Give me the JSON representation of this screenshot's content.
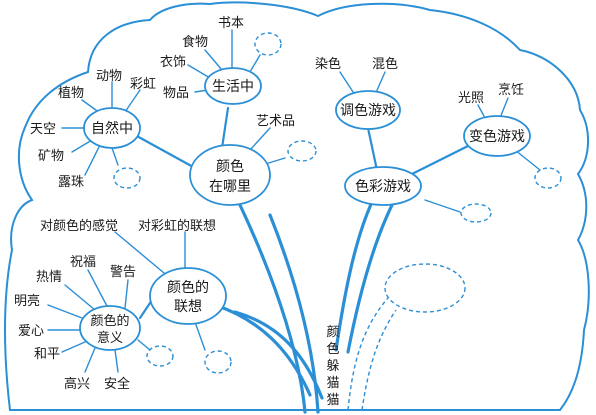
{
  "colors": {
    "line": "#2b8fd6",
    "text": "#1a1a1a",
    "background": "#ffffff"
  },
  "root": {
    "line1": "颜",
    "line2": "色",
    "line3": "躲",
    "line4": "猫",
    "line5": "猫"
  },
  "where": {
    "hub_line1": "颜色",
    "hub_line2": "在哪里",
    "nature": {
      "label": "自然中",
      "items": [
        "植物",
        "动物",
        "彩虹",
        "天空",
        "矿物",
        "露珠"
      ]
    },
    "life": {
      "label": "生活中",
      "items": [
        "食物",
        "书本",
        "衣饰",
        "物品"
      ]
    },
    "art": "艺术品"
  },
  "games": {
    "hub": "色彩游戏",
    "mix": {
      "label": "调色游戏",
      "items": [
        "染色",
        "混色"
      ]
    },
    "change": {
      "label": "变色游戏",
      "items": [
        "光照",
        "烹饪"
      ]
    }
  },
  "associations": {
    "hub_line1": "颜色的",
    "hub_line2": "联想",
    "feeling": "对颜色的感觉",
    "rainbow": "对彩虹的联想",
    "meaning": {
      "label_line1": "颜色的",
      "label_line2": "意义",
      "items": [
        "热情",
        "祝福",
        "警告",
        "明亮",
        "爱心",
        "和平",
        "高兴",
        "安全"
      ]
    }
  }
}
